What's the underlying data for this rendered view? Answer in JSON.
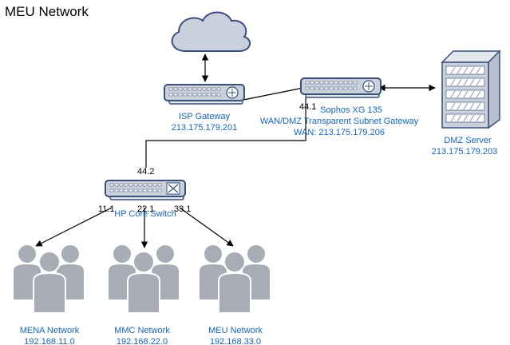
{
  "title": "MEU Network",
  "nodes": {
    "isp_gateway": {
      "name": "ISP Gateway",
      "ip": "213.175.179.201"
    },
    "sophos": {
      "name": "Sophos XG 135",
      "role": "WAN/DMZ Transparent Subnet Gateway",
      "wan": "WAN: 213.175.179.206",
      "port": "44.1"
    },
    "dmz_server": {
      "name": "DMZ Server",
      "ip": "213.175.179.203"
    },
    "core_switch": {
      "name": "HP Core Switch",
      "port_up": "44.2",
      "port_mena": "11.1",
      "port_mmc": "22.1",
      "port_meu": "33.1"
    },
    "mena": {
      "name": "MENA Network",
      "subnet": "192.168.11.0"
    },
    "mmc": {
      "name": "MMC Network",
      "subnet": "192.168.22.0"
    },
    "meu": {
      "name": "MEU Network",
      "subnet": "192.168.33.0"
    }
  },
  "icons": {
    "cloud": "cloud-icon",
    "router": "router-icon",
    "switch": "switch-icon",
    "server": "server-icon",
    "users": "users-group-icon"
  },
  "colors": {
    "label": "#1565c0",
    "device_stroke": "#3a4f7a",
    "device_fill": "#c9d1dc",
    "people_fill": "#a8adb5"
  }
}
